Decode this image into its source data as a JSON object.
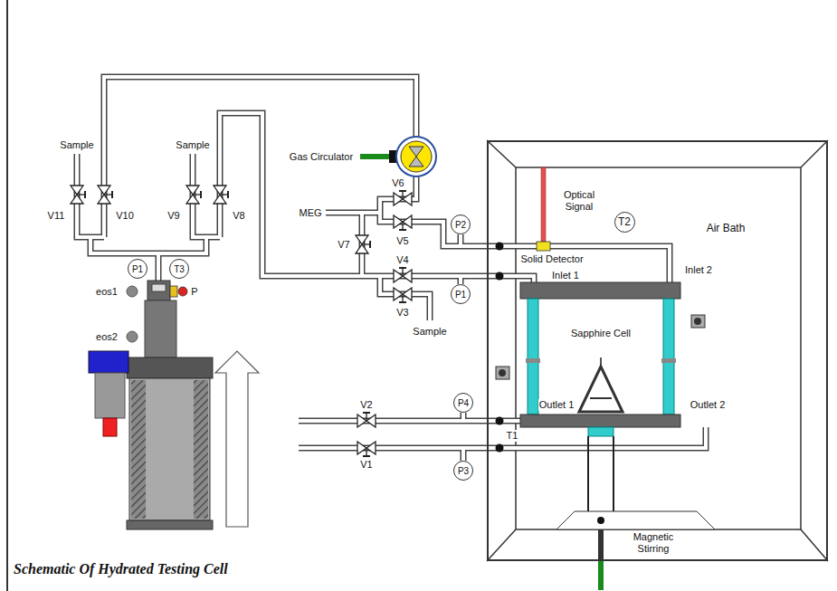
{
  "diagram": {
    "caption": "Schematic Of Hydrated Testing Cell",
    "nodes": [
      {
        "text": [
          "Air Bath"
        ]
      },
      {
        "text": [
          "P2"
        ]
      },
      {
        "text": [
          "T2"
        ],
        "in": 0
      },
      {
        "text": [
          "P1"
        ]
      },
      {
        "text": [
          "T3"
        ]
      },
      {
        "text": [
          "P1"
        ]
      },
      {
        "text": [
          "P4"
        ]
      },
      {
        "text": [
          "P3"
        ]
      }
    ],
    "labels": [
      "Sample",
      "Sample",
      "Gas Circulator",
      "V6",
      "MEG",
      "V11",
      "V10",
      "V9",
      "V8",
      "V5",
      "V7",
      "V4",
      "eos1",
      "P",
      "V3",
      "Sample",
      "eos2",
      "Optical Signal",
      "Solid Detector",
      "Inlet 1",
      "Inlet 2",
      "Sapphire Cell",
      "V2",
      "Outlet 1",
      "Outlet 2",
      "T1",
      "V1",
      "Magnetic Stirring"
    ]
  }
}
